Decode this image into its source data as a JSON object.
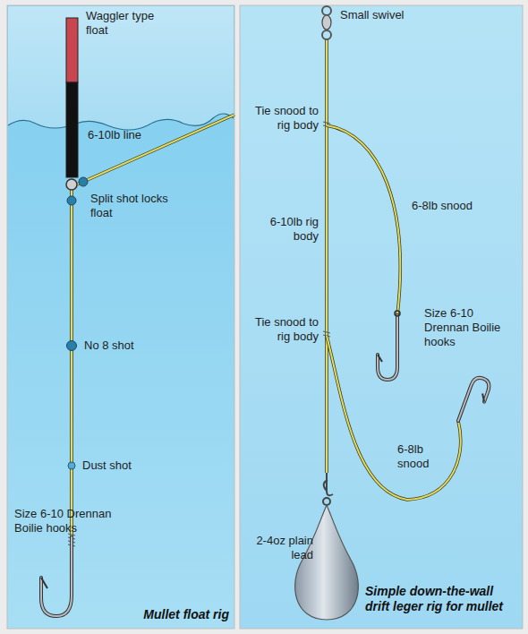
{
  "diagram": {
    "labels": [
      "Waggler type float",
      "6-10lb line",
      "Split shot locks float",
      "No 8 shot",
      "Dust shot",
      "Size 6-10 Drennan Boilie hooks",
      "Mullet float rig",
      "Small swivel",
      "Tie snood to rig body",
      "6-8lb snood",
      "6-10lb rig body",
      "Tie snood to rig body",
      "Size 6-10 Drennan Boilie hooks",
      "6-8lb snood",
      "2-4oz plain lead",
      "Simple down-the-wall drift leger rig for mullet"
    ]
  }
}
